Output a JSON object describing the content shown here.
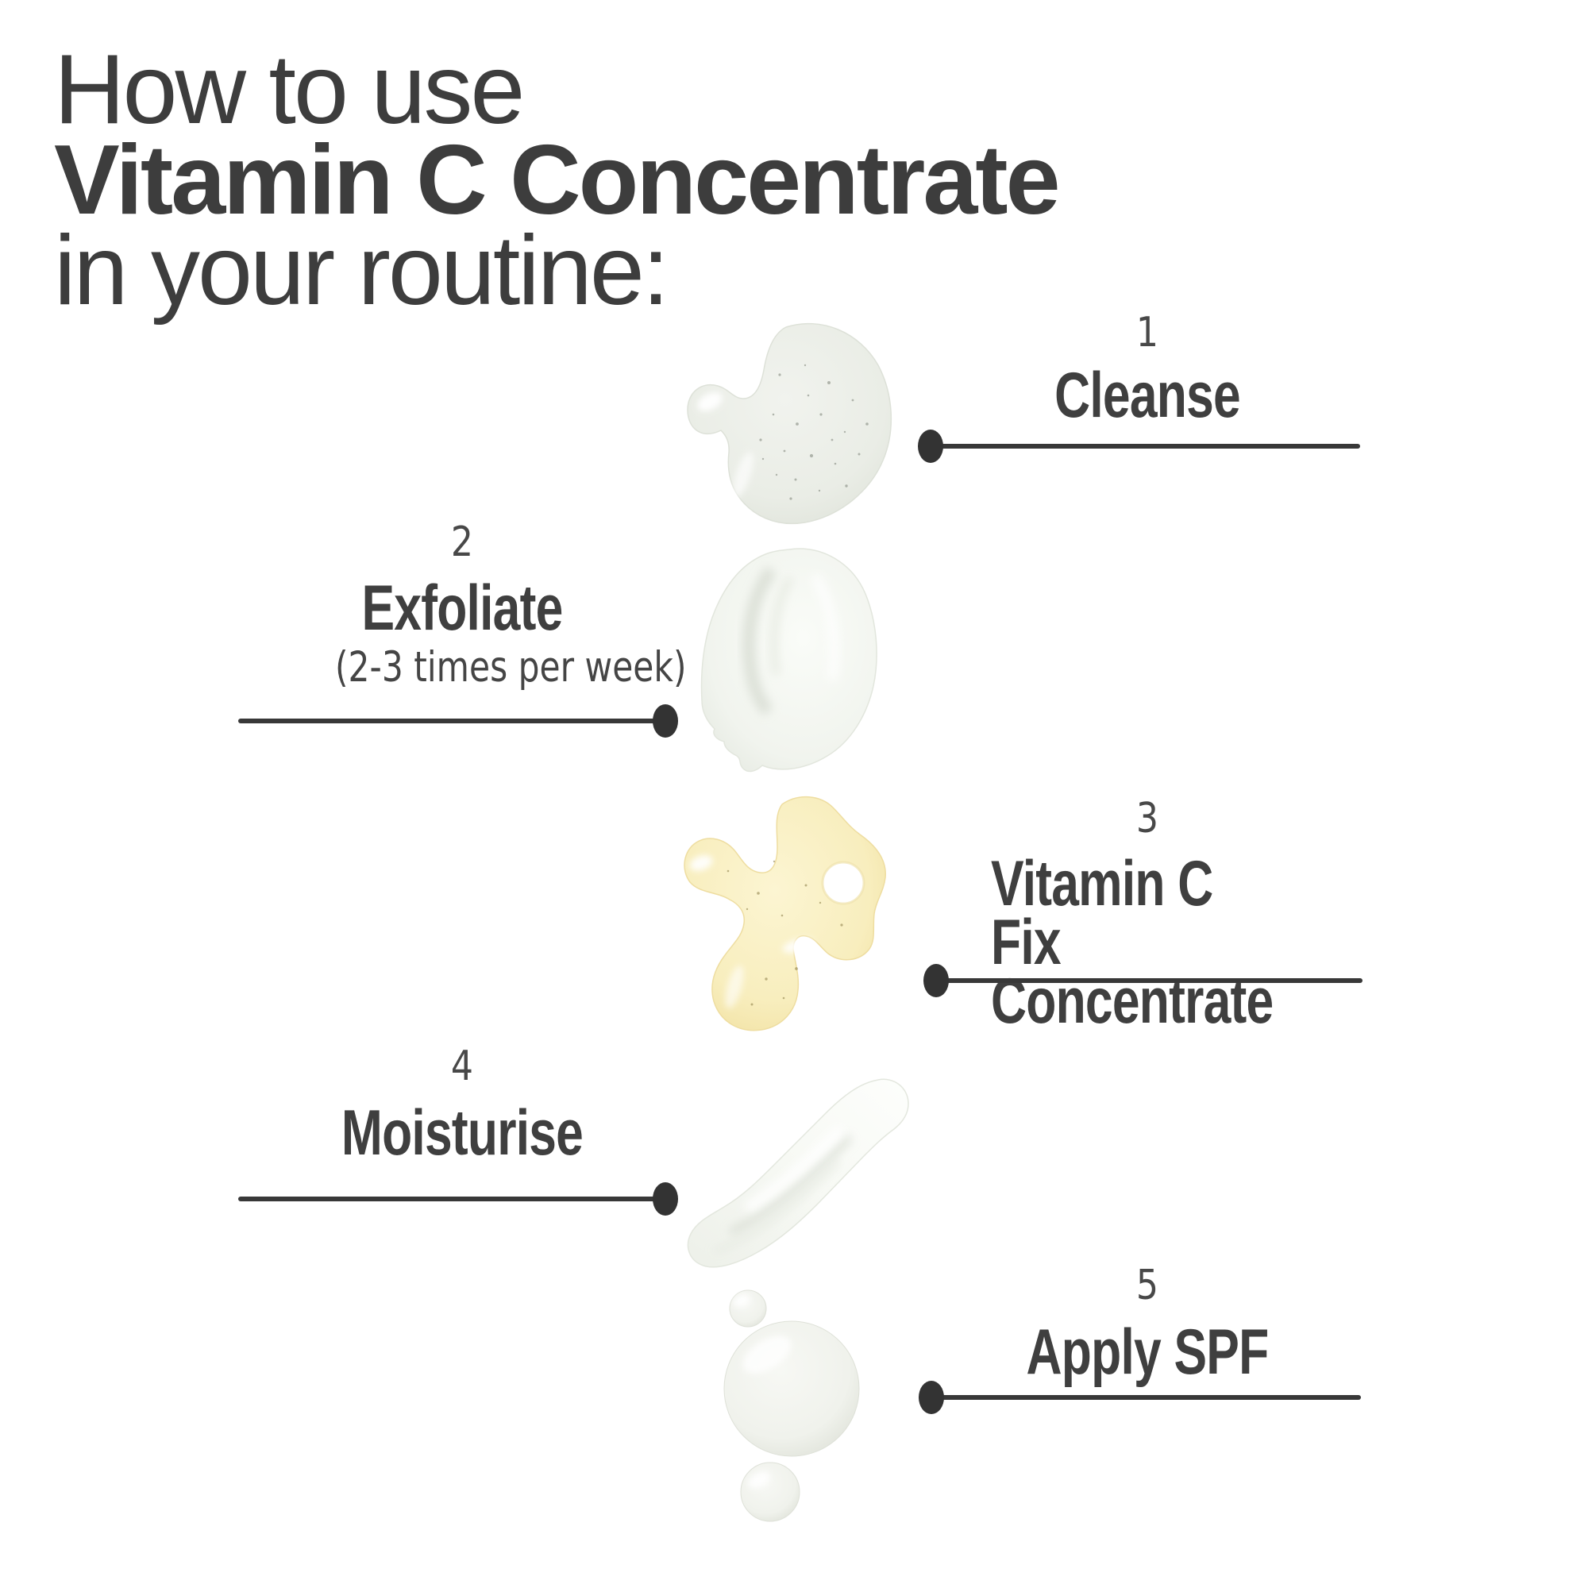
{
  "title": {
    "line1": "How to use",
    "line2": "Vitamin C Concentrate",
    "line3": "in your routine:"
  },
  "steps": [
    {
      "number": "1",
      "label": "Cleanse",
      "label_side": "right",
      "swatch": "clear-gel-drop"
    },
    {
      "number": "2",
      "label": "Exfoliate",
      "sublabel": "(2-3 times per week)",
      "label_side": "left",
      "swatch": "white-cream-smear"
    },
    {
      "number": "3",
      "label": "Vitamin C Fix Concentrate",
      "label_lines": [
        "Vitamin C Fix",
        "Concentrate"
      ],
      "label_side": "right",
      "swatch": "yellow-serum-drop"
    },
    {
      "number": "4",
      "label": "Moisturise",
      "label_side": "left",
      "swatch": "white-cream-swipe"
    },
    {
      "number": "5",
      "label": "Apply SPF",
      "label_side": "right",
      "swatch": "white-spf-drops"
    }
  ],
  "colors": {
    "background": "#ffffff",
    "title_text": "#3d3d3d",
    "label_text": "#3f3f3f",
    "connector": "#383838",
    "serum_yellow": "#f7ebba",
    "cream_white": "#f5f7f2",
    "shadow_grey": "#dfe3da"
  }
}
